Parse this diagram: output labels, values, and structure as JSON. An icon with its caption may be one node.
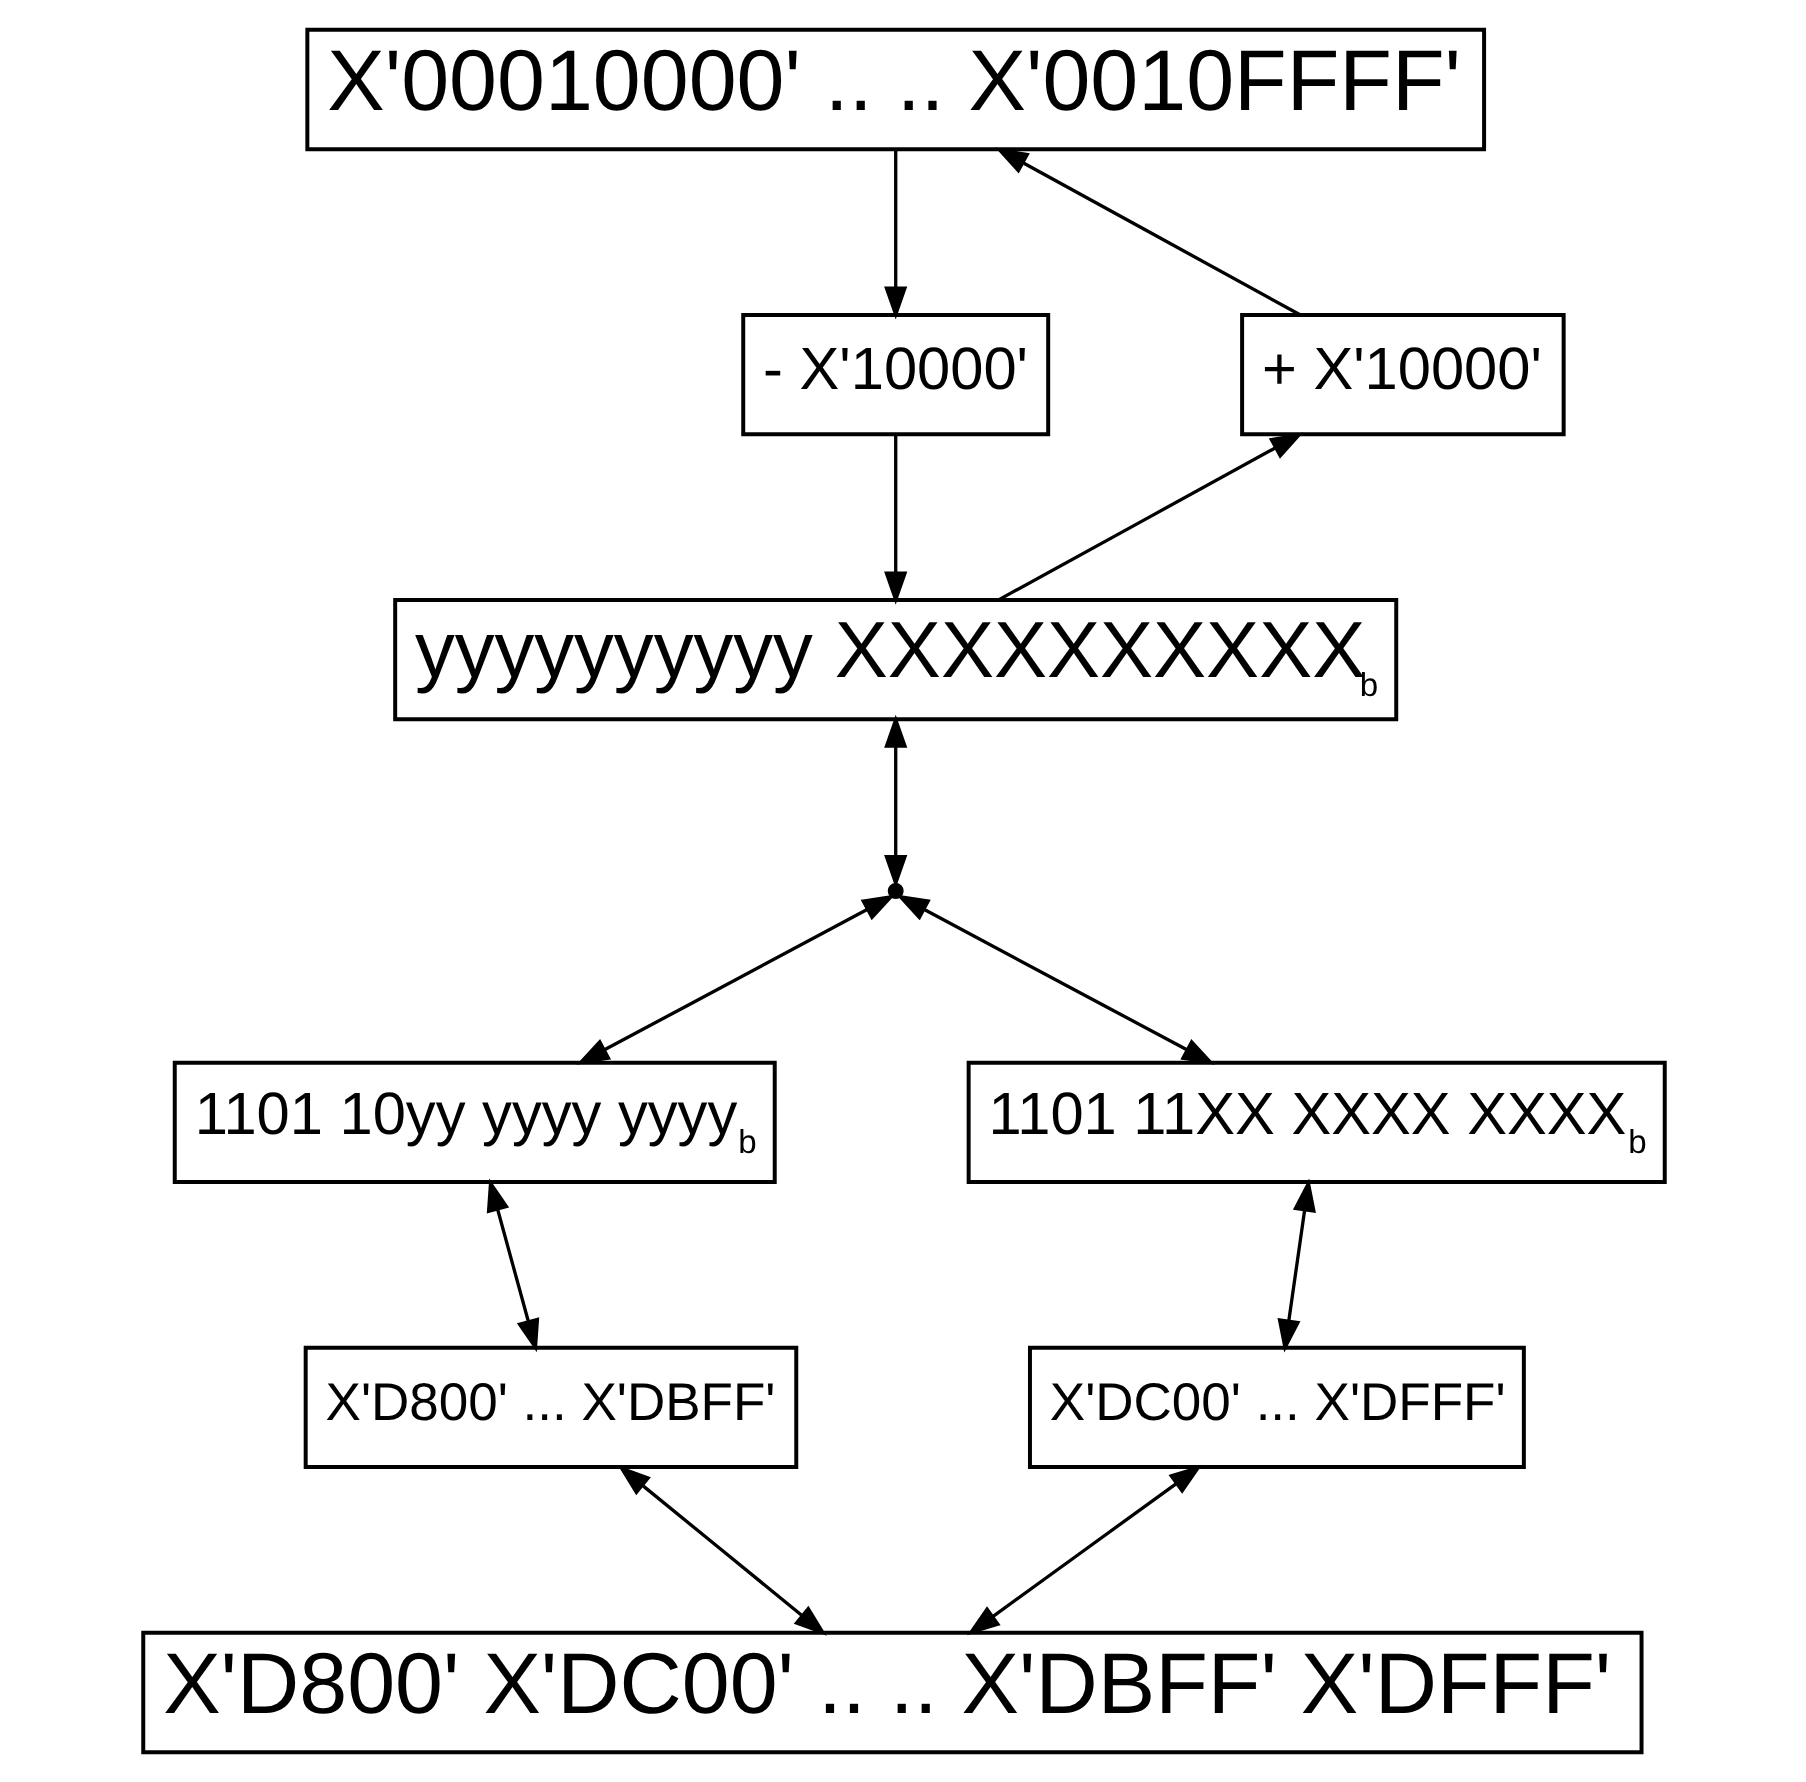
{
  "diagram": {
    "nodes": [
      {
        "text": [
          "X'00010000' .. .. X'0010FFFF'"
        ]
      },
      {
        "text": [
          "- X'10000'"
        ]
      },
      {
        "text": [
          "+ X'10000'"
        ]
      },
      {
        "text": [
          "yyyyyyyyyy XXXXXXXXXX$_{b}$"
        ]
      },
      {
        "text": [],
        "shape": "point"
      },
      {
        "text": [
          "1101 10yy yyyy yyyy$_{b}$"
        ]
      },
      {
        "text": [
          "1101 11XX XXXX XXXX$_{b}$"
        ]
      },
      {
        "text": [
          "X'D800' ... X'DBFF'"
        ]
      },
      {
        "text": [
          "X'DC00' ... X'DFFF'"
        ]
      },
      {
        "text": [
          "X'D800' X'DC00' .. .. X'DBFF' X'DFFF'"
        ]
      }
    ],
    "edges": [
      {
        "from": 0,
        "to": 1,
        "arrow": "to"
      },
      {
        "from": 2,
        "to": 0,
        "arrow": "to"
      },
      {
        "from": 1,
        "to": 3,
        "arrow": "to"
      },
      {
        "from": 3,
        "to": 2,
        "arrow": "to"
      },
      {
        "from": 3,
        "to": 4,
        "arrow": "both"
      },
      {
        "from": 4,
        "to": 5,
        "arrow": "both"
      },
      {
        "from": 4,
        "to": 6,
        "arrow": "both"
      },
      {
        "from": 5,
        "to": 7,
        "arrow": "both"
      },
      {
        "from": 6,
        "to": 8,
        "arrow": "both"
      },
      {
        "from": 7,
        "to": 9,
        "arrow": "both"
      },
      {
        "from": 8,
        "to": 9,
        "arrow": "both"
      }
    ]
  }
}
